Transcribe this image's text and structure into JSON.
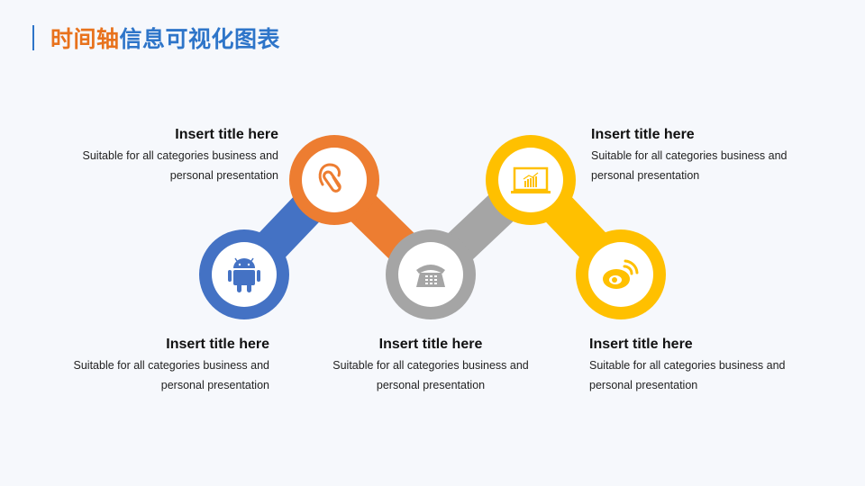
{
  "header": {
    "title_part1": "时间轴",
    "title_part2": "信息可视化图表",
    "colors": {
      "accent_bar": "#2e75c9",
      "part1": "#e8721c",
      "part2": "#2e75c9"
    }
  },
  "nodes": [
    {
      "id": "android",
      "icon": "android-icon",
      "color": "#4472c4"
    },
    {
      "id": "headset",
      "icon": "bluetooth-headset-icon",
      "color": "#ed7d31"
    },
    {
      "id": "phone",
      "icon": "telephone-icon",
      "color": "#a5a5a5"
    },
    {
      "id": "laptop",
      "icon": "laptop-chart-icon",
      "color": "#ffc000"
    },
    {
      "id": "weibo",
      "icon": "weibo-icon",
      "color": "#ffc000"
    }
  ],
  "items": [
    {
      "title": "Insert title here",
      "desc_line1": "Suitable for all categories business and",
      "desc_line2": "personal presentation"
    },
    {
      "title": "Insert title here",
      "desc_line1": "Suitable for all categories business and",
      "desc_line2": "personal presentation"
    },
    {
      "title": "Insert title here",
      "desc_line1": "Suitable for all categories business and",
      "desc_line2": "personal presentation"
    },
    {
      "title": "Insert title here",
      "desc_line1": "Suitable for all categories business and",
      "desc_line2": "personal presentation"
    },
    {
      "title": "Insert title here",
      "desc_line1": "Suitable for all categories business and",
      "desc_line2": "personal presentation"
    }
  ]
}
